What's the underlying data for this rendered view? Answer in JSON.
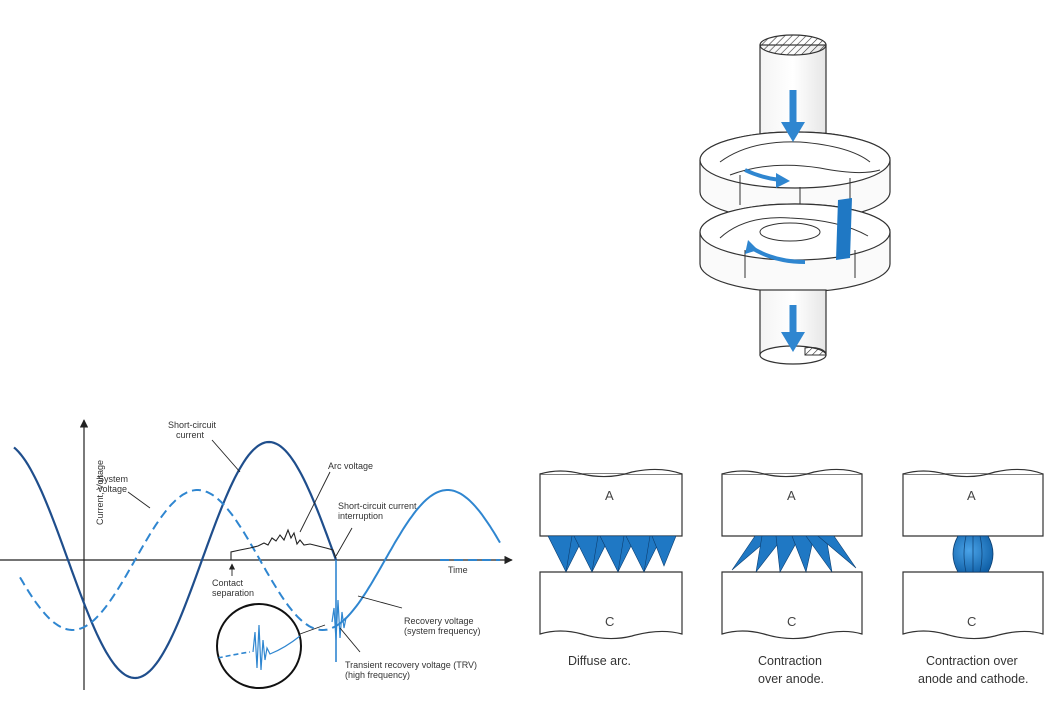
{
  "waveform": {
    "axis_y_label": "Current, Voltage",
    "axis_x_label": "Time",
    "labels": {
      "short_circuit_current_1": "Short-circuit",
      "short_circuit_current_2": "current",
      "system_voltage_1": "System",
      "system_voltage_2": "voltage",
      "arc_voltage": "Arc voltage",
      "interruption_1": "Short-circuit current",
      "interruption_2": "interruption",
      "contact_separation_1": "Contact",
      "contact_separation_2": "separation",
      "recovery_voltage_1": "Recovery voltage",
      "recovery_voltage_2": "(system frequency)",
      "trv_1": "Transient recovery voltage (TRV)",
      "trv_2": "(high frequency)"
    }
  },
  "arc_modes": {
    "anode_label": "A",
    "cathode_label": "C",
    "panels": [
      {
        "caption_1": "Diffuse arc.",
        "caption_2": ""
      },
      {
        "caption_1": "Contraction",
        "caption_2": "over anode."
      },
      {
        "caption_1": "Contraction over",
        "caption_2": "anode and cathode."
      }
    ]
  },
  "colors": {
    "current": "#1f4e8c",
    "voltage": "#2f86d0",
    "arc_blue": "#1f78c4",
    "outline": "#333333"
  }
}
